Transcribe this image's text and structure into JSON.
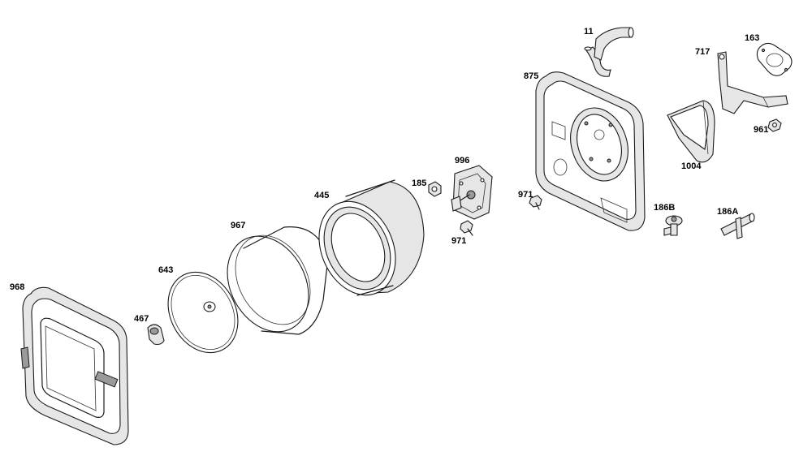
{
  "parts": {
    "p11": "11",
    "p163": "163",
    "p717": "717",
    "p875": "875",
    "p961": "961",
    "p1004": "1004",
    "p996": "996",
    "p185": "185",
    "p971a": "971",
    "p971b": "971",
    "p186b": "186B",
    "p186a": "186A",
    "p445": "445",
    "p967": "967",
    "p643": "643",
    "p467": "467",
    "p968": "968"
  },
  "icons": {
    "cover": "air-cleaner-cover-icon",
    "knob": "knob-icon",
    "filter": "air-filter-icon",
    "precleaner": "pre-cleaner-icon",
    "cartridge": "cartridge-icon",
    "bracket": "bracket-icon",
    "nut": "nut-icon",
    "screw": "screw-icon",
    "base": "air-cleaner-base-icon",
    "hose": "breather-hose-icon",
    "support": "support-bracket-icon",
    "gasket": "gasket-icon",
    "adapter": "intake-adapter-icon",
    "fitting": "fitting-icon",
    "tube": "breather-tube-icon"
  }
}
